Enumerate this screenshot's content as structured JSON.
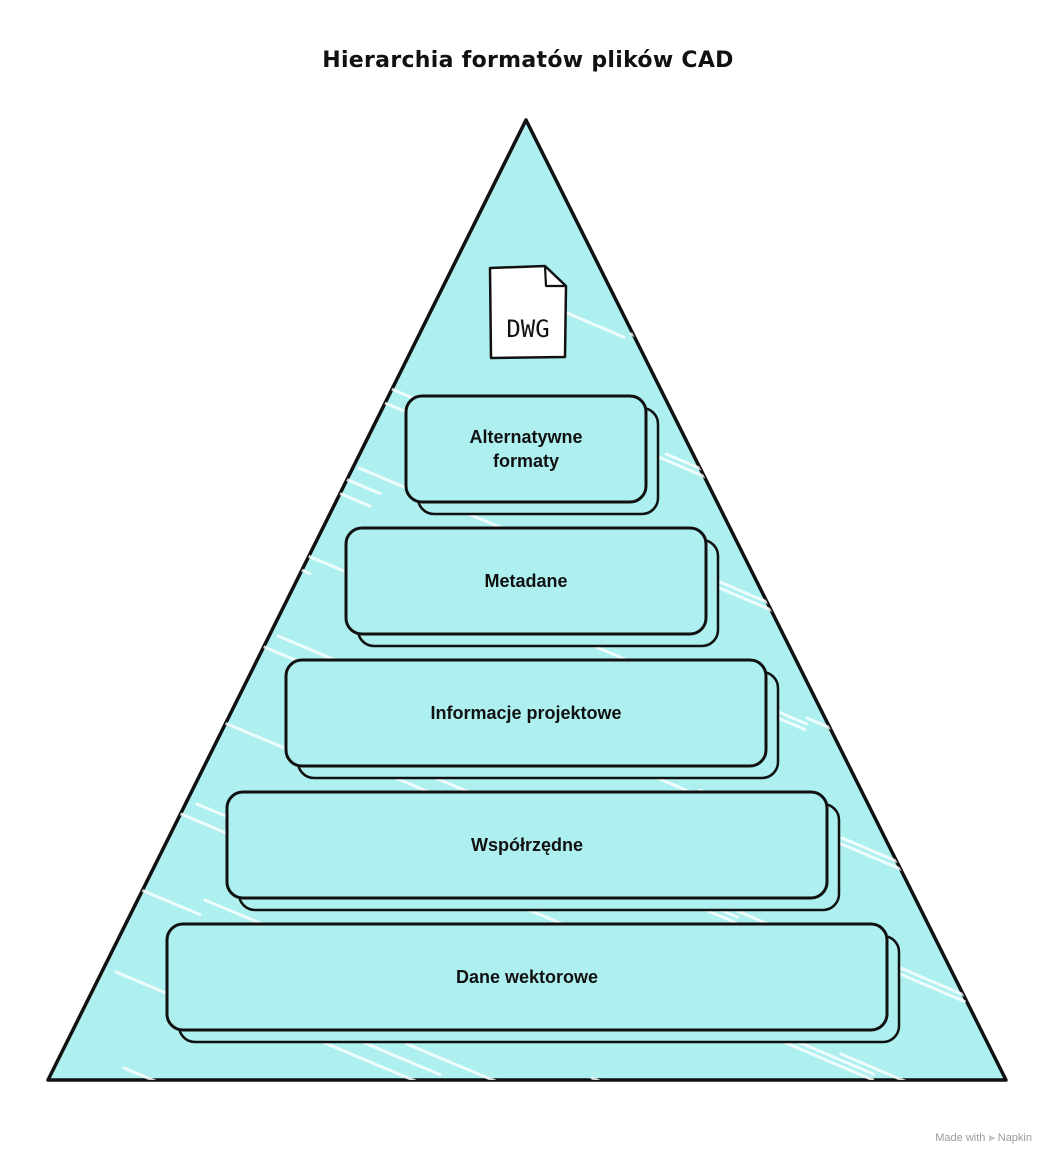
{
  "title": "Hierarchia formatów plików CAD",
  "icon": {
    "name": "file-icon",
    "label": "DWG"
  },
  "levels": [
    {
      "id": "alternatywne-formaty",
      "lines": [
        "Alternatywne",
        "formaty"
      ]
    },
    {
      "id": "metadane",
      "lines": [
        "Metadane"
      ]
    },
    {
      "id": "informacje-projektowe",
      "lines": [
        "Informacje projektowe"
      ]
    },
    {
      "id": "wspolrzedne",
      "lines": [
        "Współrzędne"
      ]
    },
    {
      "id": "dane-wektorowe",
      "lines": [
        "Dane wektorowe"
      ]
    }
  ],
  "watermark": {
    "made_with": "Made with",
    "brand": "Napkin"
  },
  "colors": {
    "fill": "#aef0f0",
    "stroke": "#111111",
    "hatch": "#ffffff"
  }
}
